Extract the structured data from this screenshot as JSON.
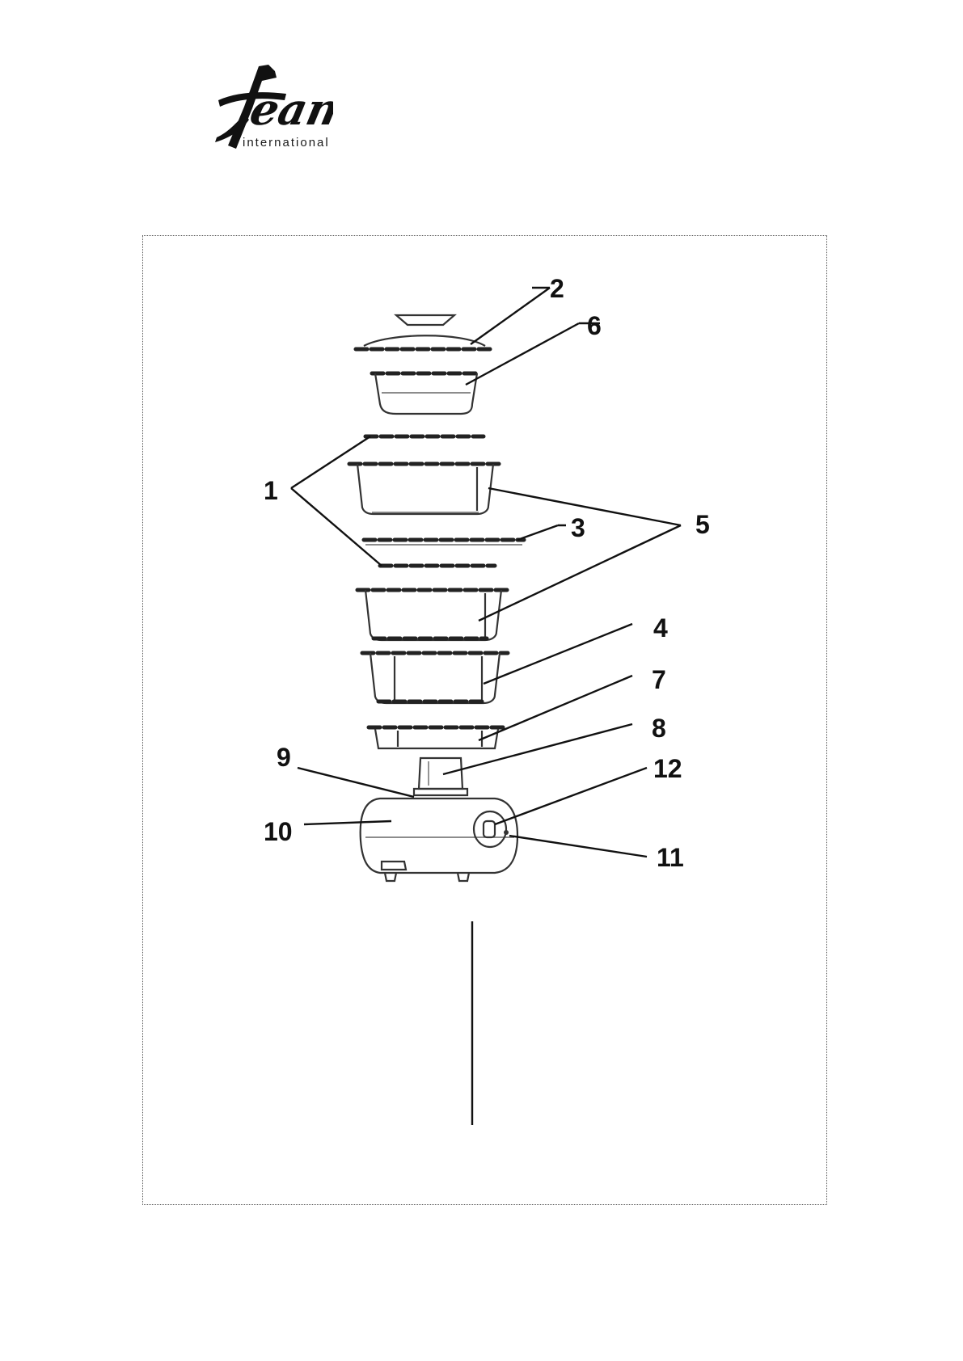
{
  "logo": {
    "wordmark": "team",
    "subtitle": "international"
  },
  "diagram": {
    "callouts": [
      {
        "id": "1",
        "label": "1"
      },
      {
        "id": "2",
        "label": "2"
      },
      {
        "id": "3",
        "label": "3"
      },
      {
        "id": "4",
        "label": "4"
      },
      {
        "id": "5",
        "label": "5"
      },
      {
        "id": "6",
        "label": "6"
      },
      {
        "id": "7",
        "label": "7"
      },
      {
        "id": "8",
        "label": "8"
      },
      {
        "id": "9",
        "label": "9"
      },
      {
        "id": "10",
        "label": "10"
      },
      {
        "id": "11",
        "label": "11"
      },
      {
        "id": "12",
        "label": "12"
      }
    ]
  },
  "colors": {
    "ink": "#111111",
    "frame": "#555555"
  }
}
